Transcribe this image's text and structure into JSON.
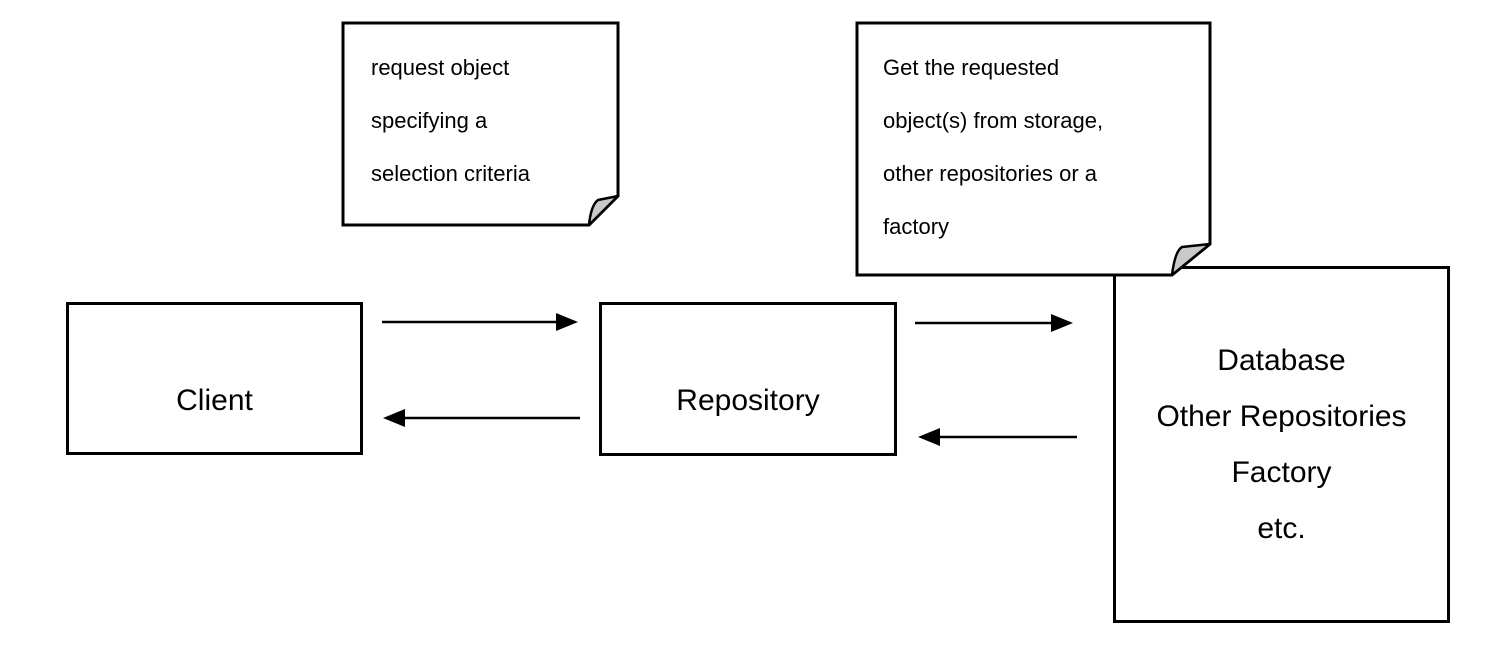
{
  "canvas": {
    "background": "#ffffff",
    "stroke_color": "#000000",
    "fold_fill_color": "#c9c9c9"
  },
  "nodes": {
    "client": {
      "label": "Client"
    },
    "repository": {
      "label": "Repository"
    },
    "storage": {
      "lines": [
        "Database",
        "Other Repositories",
        "Factory",
        "etc."
      ]
    }
  },
  "notes": [
    {
      "id": "request-note",
      "lines": [
        "request object",
        "specifying a",
        "selection criteria"
      ]
    },
    {
      "id": "get-note",
      "lines": [
        "Get the requested",
        "object(s) from storage,",
        "other repositories or a",
        "factory"
      ]
    }
  ],
  "arrows": [
    {
      "id": "client-to-repository",
      "from": "client",
      "to": "repository",
      "direction": "right"
    },
    {
      "id": "repository-to-client",
      "from": "repository",
      "to": "client",
      "direction": "left"
    },
    {
      "id": "repository-to-storage",
      "from": "repository",
      "to": "storage",
      "direction": "right"
    },
    {
      "id": "storage-to-repository",
      "from": "storage",
      "to": "repository",
      "direction": "left"
    }
  ]
}
